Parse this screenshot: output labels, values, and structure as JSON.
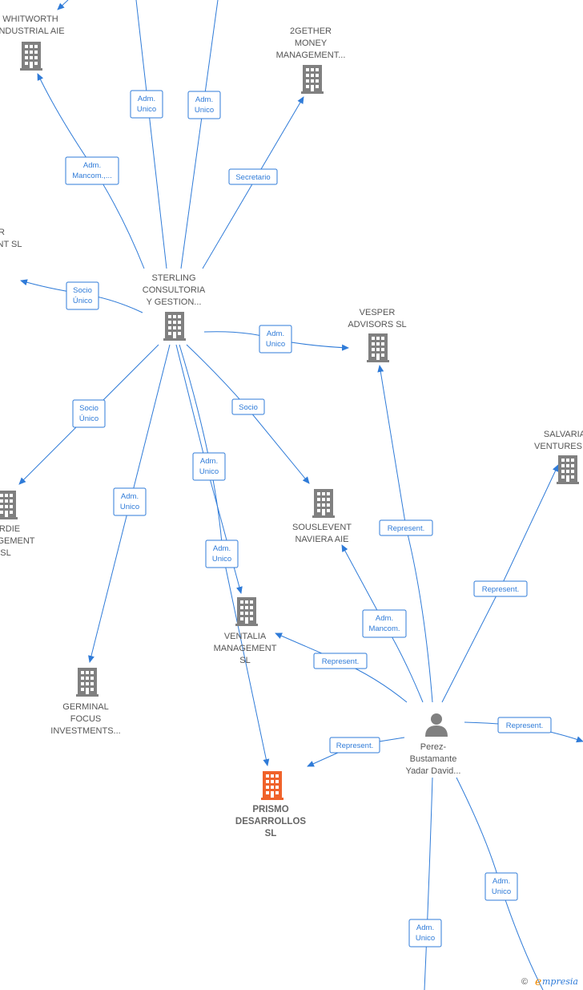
{
  "nodes": [
    {
      "id": "whitworth",
      "type": "company",
      "lines": [
        "WHITWORTH",
        "INDUSTRIAL AIE"
      ]
    },
    {
      "id": "2gether",
      "type": "company",
      "lines": [
        "2GETHER",
        "MONEY",
        "MANAGEMENT..."
      ]
    },
    {
      "id": "leftsl",
      "type": "company",
      "lines": [
        "R",
        "NT SL"
      ]
    },
    {
      "id": "sterling",
      "type": "company",
      "lines": [
        "STERLING",
        "CONSULTORIA",
        "Y GESTION..."
      ]
    },
    {
      "id": "vesper",
      "type": "company",
      "lines": [
        "VESPER",
        "ADVISORS  SL"
      ]
    },
    {
      "id": "salvaria",
      "type": "company",
      "lines": [
        "SALVARIA",
        "VENTURES"
      ]
    },
    {
      "id": "ardie",
      "type": "company",
      "lines": [
        "RDIE",
        "GEMENT",
        "SL"
      ]
    },
    {
      "id": "souslevent",
      "type": "company",
      "lines": [
        "SOUSLEVENT",
        "NAVIERA AIE"
      ]
    },
    {
      "id": "ventalia",
      "type": "company",
      "lines": [
        "VENTALIA",
        "MANAGEMENT",
        "SL"
      ]
    },
    {
      "id": "germinal",
      "type": "company",
      "lines": [
        "GERMINAL",
        "FOCUS",
        "INVESTMENTS..."
      ]
    },
    {
      "id": "prismo",
      "type": "focus",
      "lines": [
        "PRISMO",
        "DESARROLLOS",
        "SL"
      ]
    },
    {
      "id": "perez",
      "type": "person",
      "lines": [
        "Perez-",
        "Bustamante",
        "Yadar David..."
      ]
    }
  ],
  "edges": [
    {
      "id": "e1",
      "label": [
        "Adm.",
        "Mancom.,..."
      ]
    },
    {
      "id": "e2",
      "label": [
        "Adm.",
        "Unico"
      ]
    },
    {
      "id": "e3",
      "label": [
        "Adm.",
        "Unico"
      ]
    },
    {
      "id": "e4",
      "label": [
        "Secretario"
      ]
    },
    {
      "id": "e5",
      "label": [
        "Socio",
        "Único"
      ]
    },
    {
      "id": "e6",
      "label": [
        "Adm.",
        "Unico"
      ]
    },
    {
      "id": "e7",
      "label": [
        "Socio",
        "Único"
      ]
    },
    {
      "id": "e8",
      "label": [
        "Socio"
      ]
    },
    {
      "id": "e9",
      "label": [
        "Adm.",
        "Unico"
      ]
    },
    {
      "id": "e10",
      "label": [
        "Adm.",
        "Unico"
      ]
    },
    {
      "id": "e11",
      "label": [
        "Adm.",
        "Unico"
      ]
    },
    {
      "id": "e12",
      "label": [
        "Represent."
      ]
    },
    {
      "id": "e13",
      "label": [
        "Represent."
      ]
    },
    {
      "id": "e14",
      "label": [
        "Adm.",
        "Mancom."
      ]
    },
    {
      "id": "e15",
      "label": [
        "Represent."
      ]
    },
    {
      "id": "e16",
      "label": [
        "Represent."
      ]
    },
    {
      "id": "e17",
      "label": [
        "Represent."
      ]
    },
    {
      "id": "e18",
      "label": [
        "Adm.",
        "Unico"
      ]
    },
    {
      "id": "e19",
      "label": [
        "Adm.",
        "Unico"
      ]
    }
  ],
  "watermark": {
    "copyright": "©",
    "brand_initial": "e",
    "brand_rest": "mpresia"
  },
  "colors": {
    "edge": "#2f7bd8",
    "company": "#808080",
    "focus": "#f0622a",
    "person": "#808080",
    "label": "#555555"
  }
}
